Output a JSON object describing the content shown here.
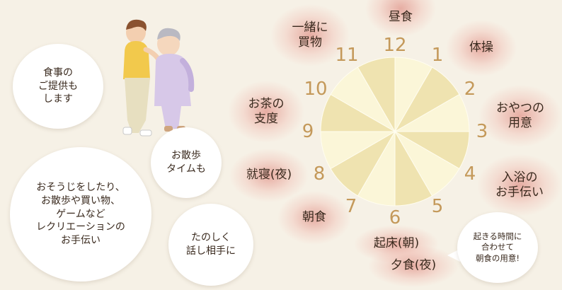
{
  "bubbles": {
    "meal_service": "食事の\nご提供も\nします",
    "walk_time": "お散歩\nタイムも",
    "housework": "おそうじをしたり、\nお散歩や買い物、\nゲームなど\nレクリエーションの\nお手伝い",
    "conversation": "たのしく\n話し相手に"
  },
  "clock": {
    "numbers": [
      "12",
      "1",
      "2",
      "3",
      "4",
      "5",
      "6",
      "7",
      "8",
      "9",
      "10",
      "11"
    ]
  },
  "activities": {
    "lunch": "昼食",
    "exercise": "体操",
    "snack": "おやつの\n用意",
    "bath": "入浴の\nお手伝い",
    "wake_up_morning": "起床(朝)",
    "dinner_evening": "夕食(夜)",
    "breakfast": "朝食",
    "bedtime_night": "就寝(夜)",
    "tea_prep": "お茶の\n支度",
    "shopping": "一緒に\n買物"
  },
  "note": "起きる時間に\n合わせて\n朝食の用意!",
  "colors": {
    "background": "#f6f1e6",
    "clock_light": "#fbf6d8",
    "clock_dark": "#efe3b0",
    "number": "#c4995a",
    "activity_glow": "#e1968c"
  }
}
